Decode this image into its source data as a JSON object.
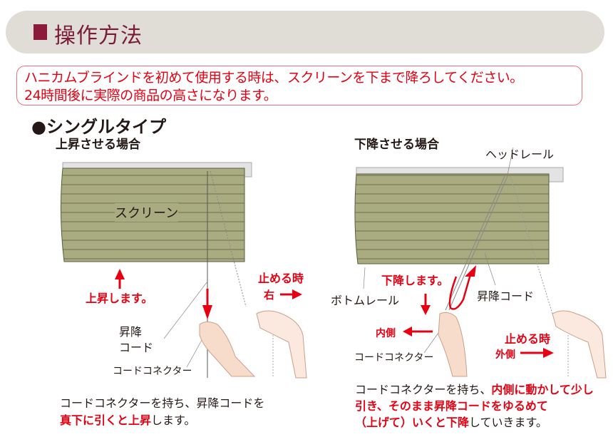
{
  "header": {
    "title": "操作方法"
  },
  "notice": {
    "line1": "ハニカムブラインドを初めて使用する時は、スクリーンを下まで降ろしてください。",
    "line2": "24時間後に実際の商品の高さになります。"
  },
  "section": {
    "title": "●シングルタイプ"
  },
  "raise": {
    "heading": "上昇させる場合",
    "screen_label": "スクリーン",
    "rises_label": "上昇します。",
    "stop_label": "止める時",
    "right_label": "右",
    "cord_label_1": "昇降",
    "cord_label_2": "コード",
    "connector_label": "コードコネクター",
    "caption_1": "コードコネクターを持ち、昇降コードを",
    "caption_2_red": "真下に引くと上昇",
    "caption_2_rest": "します。"
  },
  "lower": {
    "heading": "下降させる場合",
    "headrail_label": "ヘッドレール",
    "lowers_label": "下降します。",
    "bottomrail_label": "ボトムレール",
    "cord_label": "昇降コード",
    "inner_label": "内側",
    "stop_label": "止める時",
    "outer_label": "外側",
    "connector_label": "コードコネクター",
    "caption_1_black": "コードコネクターを持ち、",
    "caption_1_red": "内側に動かして少し",
    "caption_2_red": "引き、そのまま昇降コードをゆるめて",
    "caption_3_red": "（上げて）いくと下降",
    "caption_3_rest": "していきます。"
  },
  "colors": {
    "accent": "#e60012",
    "header_bg": "#e0ddd6",
    "title": "#7a1a35",
    "screen": "#a9ac80"
  }
}
